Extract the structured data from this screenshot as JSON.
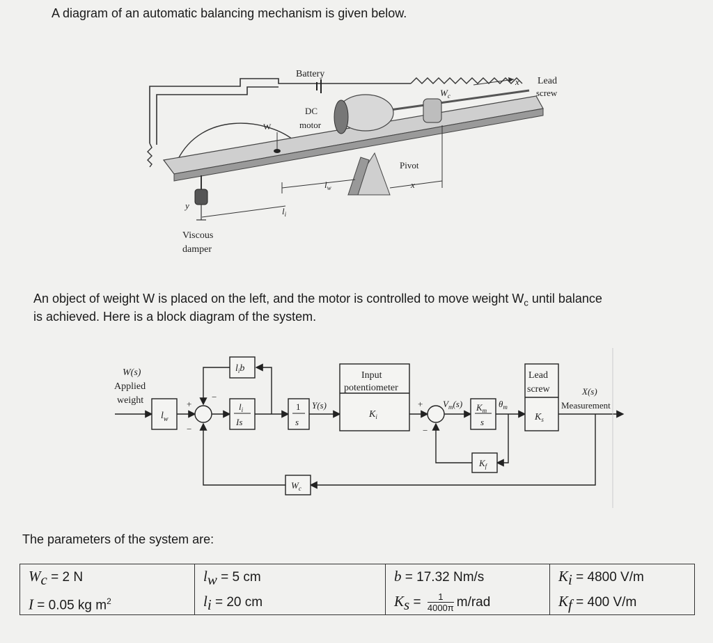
{
  "heading": "A diagram of an automatic balancing mechanism is given below.",
  "mech_labels": {
    "battery": "Battery",
    "dc": "DC",
    "motor": "motor",
    "w": "W",
    "wc": "W",
    "wc_sub": "c",
    "x": "x",
    "lead": "Lead",
    "screw": "screw",
    "pivot": "Pivot",
    "lw": "l",
    "lw_sub": "w",
    "li": "l",
    "li_sub": "i",
    "x2": "x",
    "y": "y",
    "viscous": "Viscous",
    "damper": "damper"
  },
  "description_line1": "An object of weight W is placed on the left, and the motor is controlled to move weight W",
  "description_sub": "c",
  "description_line1_end": " until balance",
  "description_line2": "is achieved. Here is a block diagram of the system.",
  "block_labels": {
    "ws": "W(s)",
    "applied": "Applied",
    "weight": "weight",
    "plus1": "+",
    "minus1a": "−",
    "minus1b": "−",
    "lib": "l",
    "lib_sub": "i",
    "lib_b": "b",
    "lw": "l",
    "lw_sub": "w",
    "li_num": "l",
    "li_num_sub": "i",
    "is_den": "Is",
    "one": "1",
    "s": "s",
    "ys": "Y(s)",
    "input1": "Input",
    "input2": "potentiometer",
    "ki": "K",
    "ki_sub": "i",
    "plus2": "+",
    "minus2": "−",
    "vms": "V",
    "vms_sub": "m",
    "vms_s": "(s)",
    "km": "K",
    "km_sub": "m",
    "km_s": "s",
    "theta": "θ",
    "theta_sub": "m",
    "lead": "Lead",
    "screw": "screw",
    "ks": "K",
    "ks_sub": "s",
    "xs": "X(s)",
    "measurement": "Measurement",
    "kf": "K",
    "kf_sub": "f",
    "wc": "W",
    "wc_sub": "c"
  },
  "params_heading": "The parameters of the system are:",
  "params": {
    "wc_sym": "W",
    "wc_sub": "c",
    "wc_val": " = 2 N",
    "i_sym": "I",
    "i_val": " = 0.05 kg m",
    "i_sup": "2",
    "lw_sym": "l",
    "lw_sub": "w",
    "lw_val": " = 5 cm",
    "li_sym": "l",
    "li_sub": "i",
    "li_val": " = 20 cm",
    "b_sym": "b",
    "b_val": " = 17.32 Nm/s",
    "ks_sym": "K",
    "ks_sub": "s",
    "ks_eq": " = ",
    "ks_num": "1",
    "ks_den": "4000π",
    "ks_unit": "m/rad",
    "ki_sym": "K",
    "ki_sub": "i",
    "ki_val": " = 4800 V/m",
    "kf_sym": "K",
    "kf_sub": "f",
    "kf_val": " = 400 V/m"
  }
}
